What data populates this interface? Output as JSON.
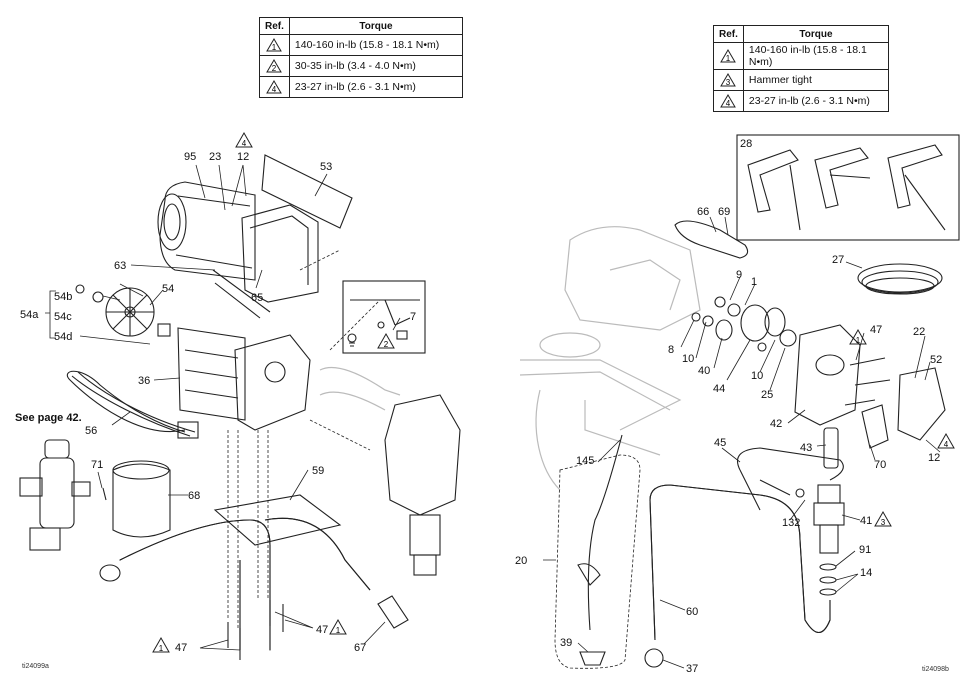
{
  "table_left": {
    "header_ref": "Ref.",
    "header_torque": "Torque",
    "rows": [
      {
        "ref": "1",
        "value": "140-160 in-lb (15.8 - 18.1 N•m)"
      },
      {
        "ref": "2",
        "value": "30-35 in-lb (3.4 - 4.0 N•m)"
      },
      {
        "ref": "4",
        "value": "23-27 in-lb (2.6 - 3.1 N•m)"
      }
    ]
  },
  "table_right": {
    "header_ref": "Ref.",
    "header_torque": "Torque",
    "rows": [
      {
        "ref": "1",
        "value": "140-160 in-lb (15.8 - 18.1 N•m)"
      },
      {
        "ref": "3",
        "value": "Hammer tight"
      },
      {
        "ref": "4",
        "value": "23-27 in-lb (2.6 - 3.1 N•m)"
      }
    ]
  },
  "left_labels": {
    "p95": "95",
    "p23": "23",
    "p12": "12",
    "p53": "53",
    "p63": "63",
    "p65": "65",
    "p54": "54",
    "p54a": "54a",
    "p54b": "54b",
    "p54c": "54c",
    "p54d": "54d",
    "p7": "7",
    "p36": "36",
    "p56": "56",
    "see_page": "See page 42.",
    "p71": "71",
    "p68": "68",
    "p59": "59",
    "p47a": "47",
    "p47b": "47",
    "p67": "67",
    "tri4": "4",
    "tri2": "2",
    "tri1a": "1",
    "tri1b": "1",
    "fig_id": "ti24099a"
  },
  "right_labels": {
    "p28": "28",
    "p66": "66",
    "p69": "69",
    "p27": "27",
    "p9": "9",
    "p1": "1",
    "p8": "8",
    "p10a": "10",
    "p40": "40",
    "p44": "44",
    "p10b": "10",
    "p25": "25",
    "p47": "47",
    "p22": "22",
    "p52": "52",
    "p42": "42",
    "p43": "43",
    "p70": "70",
    "p12": "12",
    "p45": "45",
    "p145": "145",
    "p132": "132",
    "p41": "41",
    "p20": "20",
    "p91": "91",
    "p14": "14",
    "p60": "60",
    "p39": "39",
    "p37": "37",
    "tri1a": "1",
    "tri4": "4",
    "tri3": "3",
    "fig_id": "ti24098b"
  }
}
